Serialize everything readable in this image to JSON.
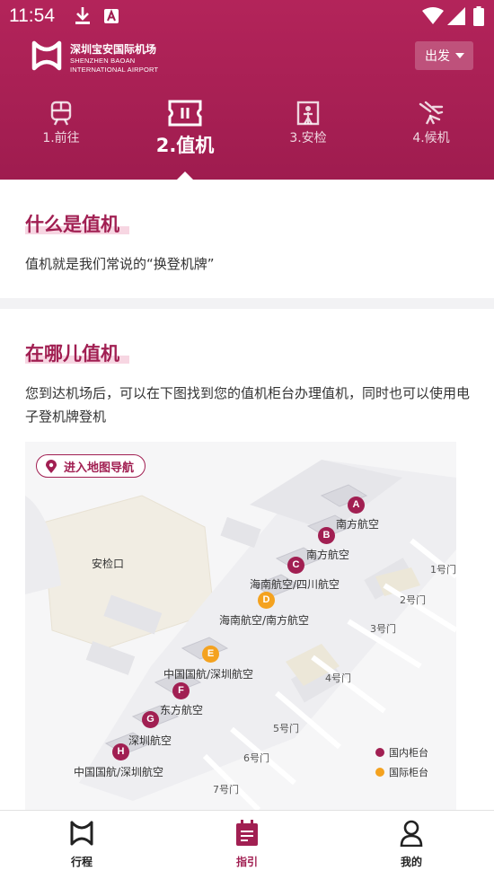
{
  "status_bar": {
    "time": "11:54"
  },
  "header": {
    "logo_cn": "深圳宝安国际机场",
    "logo_en_line1": "SHENZHEN BAOAN",
    "logo_en_line2": "INTERNATIONAL AIRPORT",
    "direction_select": "出发",
    "steps": [
      {
        "label": "1.前往",
        "icon": "train-icon"
      },
      {
        "label": "2.值机",
        "icon": "ticket-icon"
      },
      {
        "label": "3.安检",
        "icon": "security-check-icon"
      },
      {
        "label": "4.候机",
        "icon": "plane-waiting-icon"
      }
    ],
    "active_step": 1,
    "brand_color": "#a11f52"
  },
  "section_what": {
    "title": "什么是值机",
    "text": "值机就是我们常说的“换登机牌”"
  },
  "section_where": {
    "title": "在哪儿值机",
    "text": "您到达机场后，可以在下图找到您的值机柜台办理值机，同时也可以使用电子登机牌登机"
  },
  "map": {
    "nav_button": "进入地图导航",
    "security_label": "安检口",
    "counters": [
      {
        "letter": "A",
        "type": "domestic",
        "label": "南方航空"
      },
      {
        "letter": "B",
        "type": "domestic",
        "label": "南方航空"
      },
      {
        "letter": "C",
        "type": "domestic",
        "label": "海南航空/四川航空"
      },
      {
        "letter": "D",
        "type": "international",
        "label": "海南航空/南方航空"
      },
      {
        "letter": "E",
        "type": "international",
        "label": "中国国航/深圳航空"
      },
      {
        "letter": "F",
        "type": "domestic",
        "label": "东方航空"
      },
      {
        "letter": "G",
        "type": "domestic",
        "label": "深圳航空"
      },
      {
        "letter": "H",
        "type": "domestic",
        "label": "中国国航/深圳航空"
      }
    ],
    "gates": [
      "1号门",
      "2号门",
      "3号门",
      "4号门",
      "5号门",
      "6号门",
      "7号门"
    ],
    "legend": [
      {
        "label": "国内柜台",
        "color": "#a11f52"
      },
      {
        "label": "国际柜台",
        "color": "#f4a21f"
      }
    ]
  },
  "bottom_nav": {
    "items": [
      {
        "label": "行程",
        "icon": "itinerary-logo-icon"
      },
      {
        "label": "指引",
        "icon": "guide-document-icon"
      },
      {
        "label": "我的",
        "icon": "user-icon"
      }
    ],
    "active": 1
  }
}
